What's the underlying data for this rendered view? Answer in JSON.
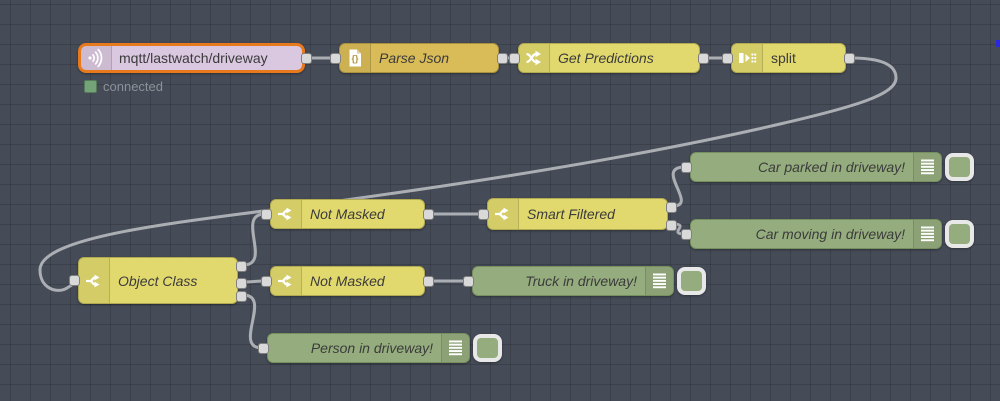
{
  "editor": {
    "wire_color": "#abaeb3",
    "background_color": "#454b57",
    "selection_color": "#e8791d",
    "status_green": "#74a379"
  },
  "nodes": {
    "mqtt_in": {
      "label": "mqtt/lastwatch/driveway",
      "icon": "broadcast-icon",
      "color": "#dac7e0",
      "status": "connected",
      "selected": true
    },
    "parse_json": {
      "label": "Parse Json",
      "icon": "json-file-icon",
      "color": "#d9bc58"
    },
    "get_predictions": {
      "label": "Get Predictions",
      "icon": "shuffle-icon",
      "color": "#e2d96e"
    },
    "split": {
      "label": "split",
      "icon": "split-icon",
      "color": "#e2d96e"
    },
    "object_class": {
      "label": "Object Class",
      "icon": "switch-icon",
      "color": "#e2d96e",
      "outputs": 3
    },
    "not_masked_top": {
      "label": "Not Masked",
      "icon": "switch-icon",
      "color": "#e2d96e"
    },
    "not_masked_bottom": {
      "label": "Not Masked",
      "icon": "switch-icon",
      "color": "#e2d96e"
    },
    "smart_filtered": {
      "label": "Smart Filtered",
      "icon": "switch-icon",
      "color": "#e2d96e",
      "outputs": 2
    },
    "debug_car_parked": {
      "label": "Car parked in driveway!",
      "icon": "debug-lines-icon",
      "color": "#95ad7e"
    },
    "debug_car_moving": {
      "label": "Car moving in driveway!",
      "icon": "debug-lines-icon",
      "color": "#95ad7e"
    },
    "debug_truck": {
      "label": "Truck in driveway!",
      "icon": "debug-lines-icon",
      "color": "#95ad7e"
    },
    "debug_person": {
      "label": "Person in driveway!",
      "icon": "debug-lines-icon",
      "color": "#95ad7e"
    }
  }
}
